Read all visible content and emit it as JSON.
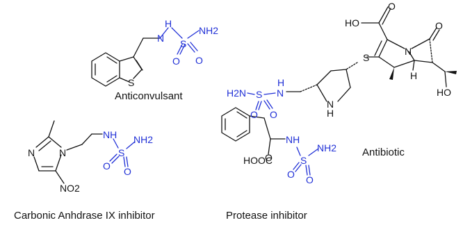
{
  "captions": {
    "anticonvulsant": "Anticonvulsant",
    "antibiotic": "Antibiotic",
    "carbonic": "Carbonic Anhdrase IX inhibitor",
    "protease": "Protease inhibitor"
  },
  "atoms": {
    "nh": "NH",
    "h": "H",
    "n": "N",
    "s": "S",
    "o": "O",
    "nh2": "NH2",
    "h2n": "H2N",
    "ho": "HO",
    "hooc": "HOOC",
    "no2": "NO2"
  },
  "colors": {
    "structure": "#111111",
    "sulfamide": "#1f2fd6"
  }
}
